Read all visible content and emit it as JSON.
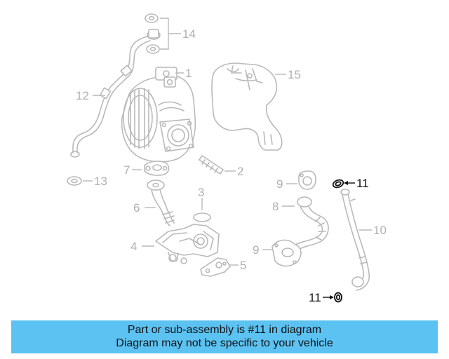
{
  "callouts": {
    "c1": "1",
    "c2": "2",
    "c3": "3",
    "c4": "4",
    "c5": "5",
    "c6": "6",
    "c7": "7",
    "c8": "8",
    "c9a": "9",
    "c9b": "9",
    "c10": "10",
    "c11a": "11",
    "c11b": "11",
    "c12": "12",
    "c13": "13",
    "c14": "14",
    "c15": "15"
  },
  "highlighted_part": "11",
  "colors": {
    "banner": "#5bc2f2",
    "part_line": "#b9b9b9",
    "highlight": "#111111"
  },
  "banner": {
    "line1": "Part or sub-assembly is #11 in diagram",
    "line2": "Diagram may not be specific to your vehicle"
  }
}
